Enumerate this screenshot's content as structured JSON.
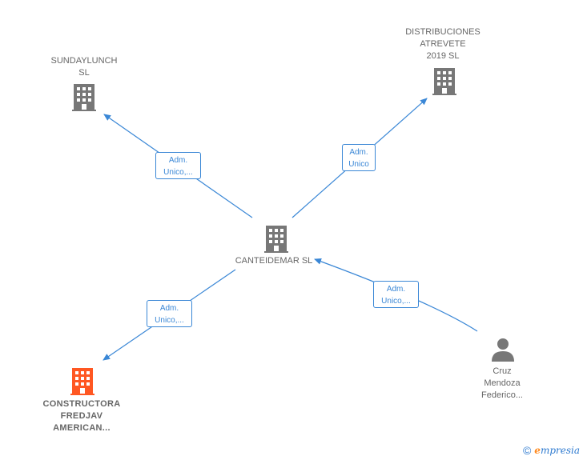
{
  "colors": {
    "edge": "#3a87d6",
    "company_icon": "#777777",
    "highlight_icon": "#ff5722",
    "person_icon": "#777777",
    "label": "#666666"
  },
  "nodes": {
    "center": {
      "label": "CANTEIDEMAR SL",
      "icon": "building-icon"
    },
    "sundaylunch": {
      "label": "SUNDAYLUNCH\nSL",
      "icon": "building-icon"
    },
    "distribuciones": {
      "label": "DISTRIBUCIONES\nATREVETE\n2019  SL",
      "icon": "building-icon"
    },
    "constructora": {
      "label": "CONSTRUCTORA\nFREDJAV\nAMERICAN...",
      "icon": "building-icon"
    },
    "person": {
      "label": "Cruz\nMendoza\nFederico...",
      "icon": "person-icon"
    }
  },
  "edges": {
    "to_sundaylunch": "Adm.\nUnico,...",
    "to_distribuciones": "Adm.\nUnico",
    "to_constructora": "Adm.\nUnico,...",
    "from_person": "Adm.\nUnico,..."
  },
  "footer": {
    "copyright_symbol": "©",
    "brand_first_letter": "e",
    "brand_rest": "mpresia"
  }
}
